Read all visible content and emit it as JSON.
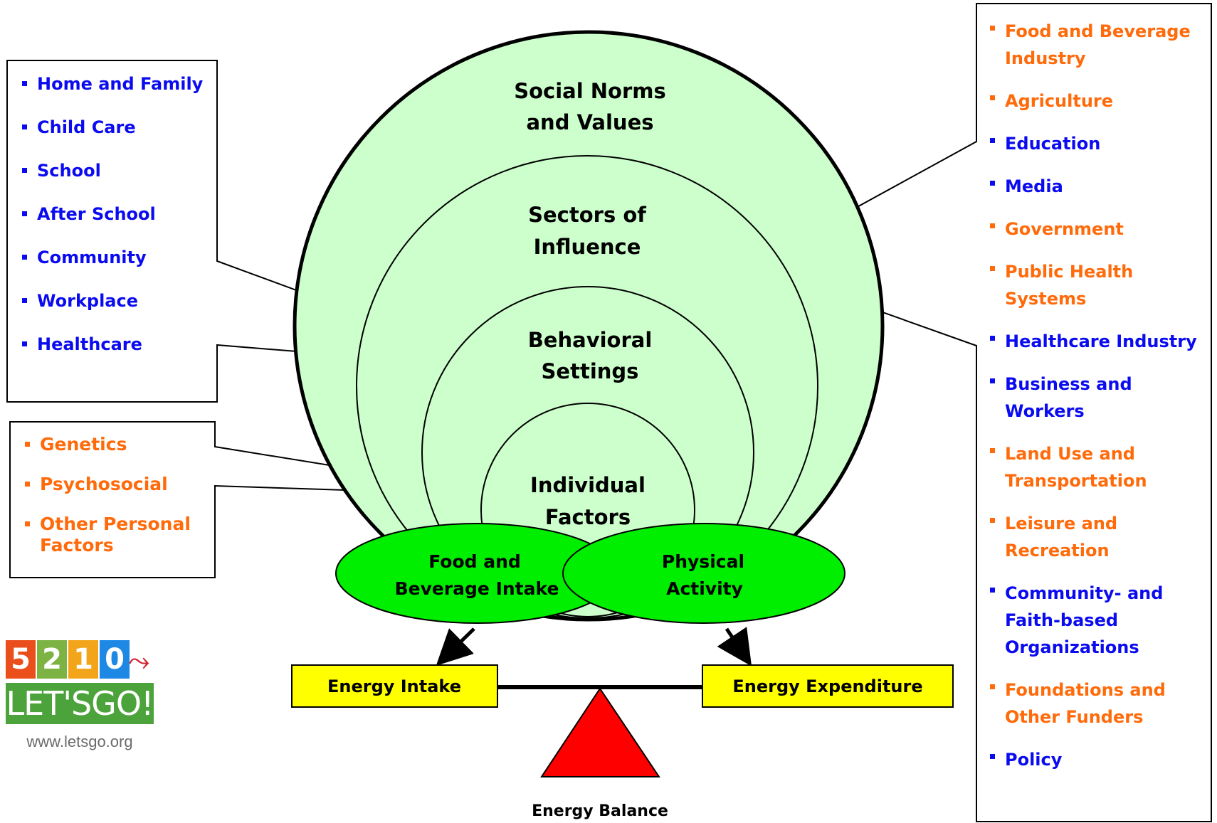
{
  "layers": {
    "social_norms": [
      "Social Norms",
      "and Values"
    ],
    "sectors": [
      "Sectors of",
      "Influence"
    ],
    "behavioral": [
      "Behavioral",
      "Settings"
    ],
    "individual": [
      "Individual",
      "Factors"
    ]
  },
  "behaviors": {
    "food": [
      "Food and",
      "Beverage Intake"
    ],
    "activity": [
      "Physical",
      "Activity"
    ]
  },
  "energy": {
    "intake": "Energy Intake",
    "expenditure": "Energy Expenditure",
    "balance": "Energy Balance"
  },
  "behavioral_settings_list": [
    {
      "label": "Home and Family",
      "color": "blue"
    },
    {
      "label": "Child Care",
      "color": "blue"
    },
    {
      "label": "School",
      "color": "blue"
    },
    {
      "label": "After School",
      "color": "blue"
    },
    {
      "label": "Community",
      "color": "blue"
    },
    {
      "label": "Workplace",
      "color": "blue"
    },
    {
      "label": "Healthcare",
      "color": "blue"
    }
  ],
  "individual_factors_list": [
    {
      "label": "Genetics",
      "color": "orange"
    },
    {
      "label": "Psychosocial",
      "color": "orange"
    },
    {
      "label": "Other Personal Factors",
      "color": "orange"
    }
  ],
  "sectors_list": [
    {
      "label": "Food and Beverage Industry",
      "color": "orange"
    },
    {
      "label": "Agriculture",
      "color": "orange"
    },
    {
      "label": "Education",
      "color": "blue"
    },
    {
      "label": "Media",
      "color": "blue"
    },
    {
      "label": "Government",
      "color": "orange"
    },
    {
      "label": "Public Health Systems",
      "color": "orange"
    },
    {
      "label": "Healthcare Industry",
      "color": "blue"
    },
    {
      "label": "Business and Workers",
      "color": "blue"
    },
    {
      "label": "Land Use and Transportation",
      "color": "orange"
    },
    {
      "label": "Leisure and Recreation",
      "color": "orange"
    },
    {
      "label": "Community- and Faith-based Organizations",
      "color": "blue"
    },
    {
      "label": "Foundations and Other Funders",
      "color": "orange"
    },
    {
      "label": "Policy",
      "color": "blue"
    }
  ],
  "logo": {
    "digits": [
      "5",
      "2",
      "1",
      "0"
    ],
    "name": "LET'SGO!",
    "url": "www.letsgo.org"
  },
  "colors": {
    "blue": "#0b0bf0",
    "orange": "#ff6a0a",
    "circle_fill": "#ccffcc",
    "ellipse_fill": "#00ee00",
    "box_fill": "#ffff00",
    "triangle_fill": "#ff0000"
  }
}
